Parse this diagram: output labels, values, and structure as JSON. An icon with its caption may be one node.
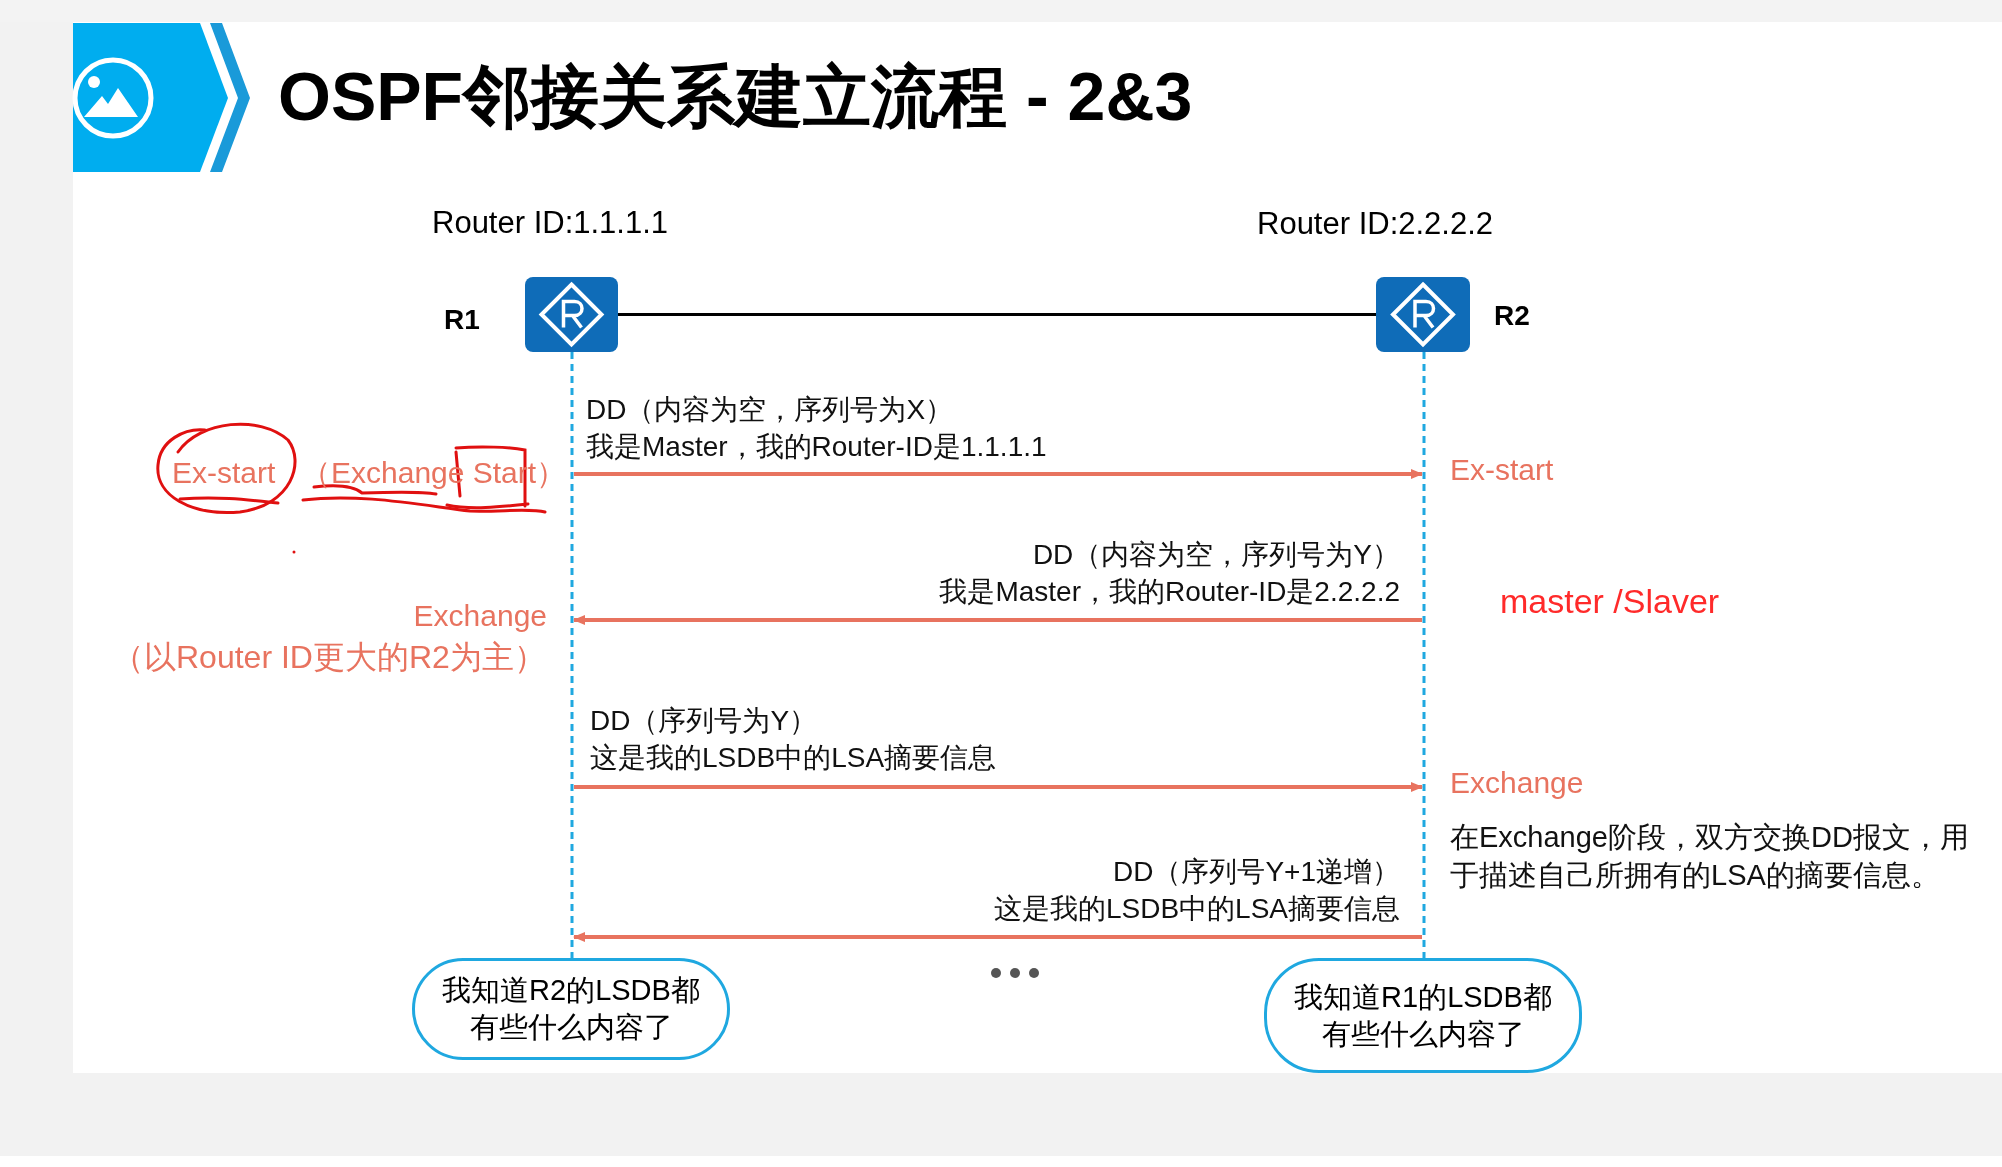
{
  "diagram": {
    "title": "OSPF邻接关系建立流程 - 2&3",
    "nodes": [
      {
        "text": [],
        "shape": "router",
        "beside": [
          "Router ID:1.1.1.1",
          "R1"
        ]
      },
      {
        "text": [],
        "shape": "router",
        "beside": [
          "Router ID:2.2.2.2",
          "R2"
        ]
      },
      {
        "text": [
          "我知道R2的LSDB都有些什么内容了"
        ]
      },
      {
        "text": [
          "我知道R1的LSDB都有些什么内容了"
        ]
      },
      {
        "text": [],
        "shape": "line"
      },
      {
        "text": [],
        "shape": "line"
      }
    ],
    "edges": [
      {
        "from": 0,
        "to": 1,
        "arrow": "none",
        "color": "#000000"
      },
      {
        "from": 4,
        "to": 5,
        "arrow": "to",
        "label": "DD（内容为空，序列号为X）我是Master，我的Router-ID是1.1.1.1"
      },
      {
        "from": 5,
        "to": 4,
        "arrow": "to",
        "label": "DD（内容为空，序列号为Y）我是Master，我的Router-ID是2.2.2.2"
      },
      {
        "from": 4,
        "to": 5,
        "arrow": "to",
        "label": "DD（序列号为Y）这是我的LSDB中的LSA摘要信息"
      },
      {
        "from": 5,
        "to": 4,
        "arrow": "to",
        "label": "DD（序列号Y+1递增）这是我的LSDB中的LSA摘要信息"
      }
    ],
    "labels": [
      "Ex-start",
      "（Exchange Start）",
      "Exchange",
      "（以Router ID更大的R2为主）",
      "Ex-start",
      "master /Slaver",
      "Exchange",
      "在Exchange阶段，双方交换DD报文，用于描述自己所拥有的LSA的摘要信息。"
    ]
  }
}
